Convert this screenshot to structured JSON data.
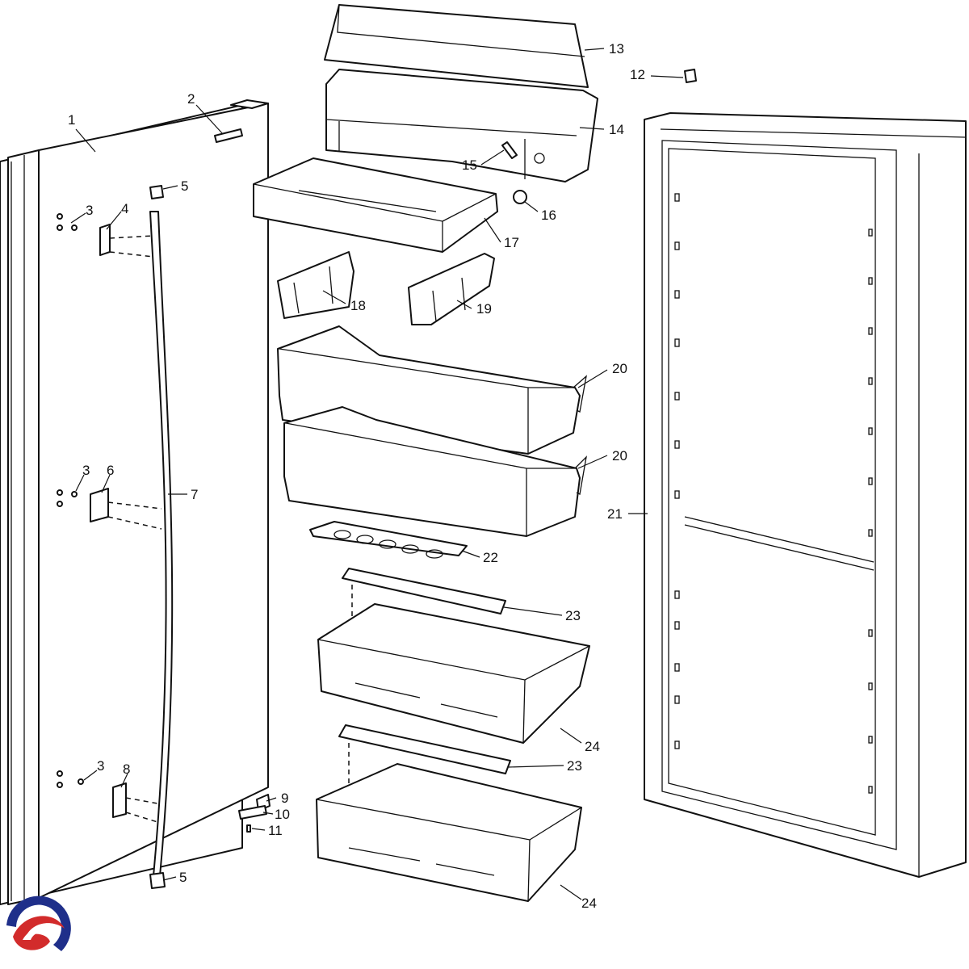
{
  "brand": {
    "logo_colors": {
      "ring": "#1f2f8a",
      "swirl": "#d22b2b"
    },
    "logo_icon": "swirl-logo-icon"
  },
  "callouts": [
    "1",
    "2",
    "3",
    "4",
    "5",
    "6",
    "7",
    "8",
    "9",
    "10",
    "11",
    "12",
    "13",
    "14",
    "15",
    "16",
    "17",
    "18",
    "19",
    "20",
    "21",
    "22",
    "23",
    "24"
  ]
}
